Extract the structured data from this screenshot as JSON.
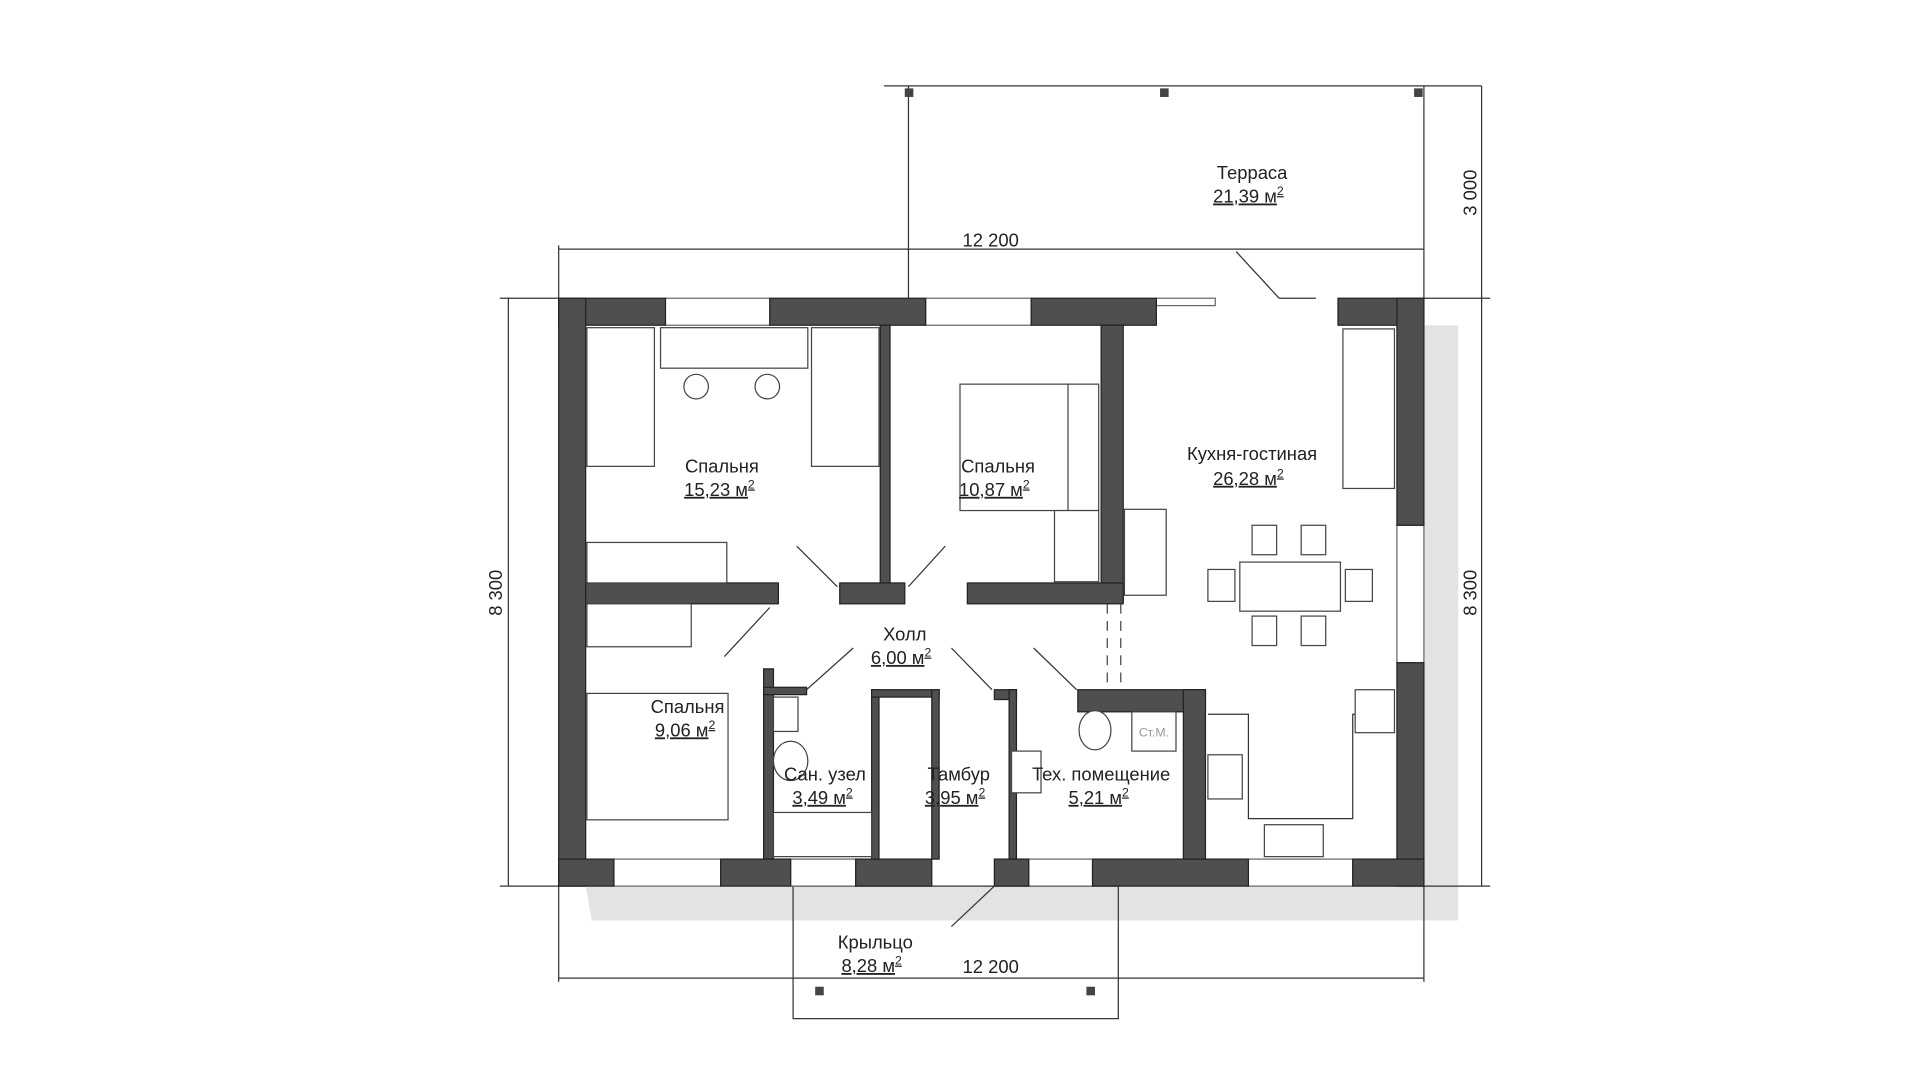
{
  "plan": {
    "rooms": [
      {
        "name": "Терраса",
        "area": "21,39 м",
        "sup": "2"
      },
      {
        "name": "Спальня",
        "area": "15,23 м",
        "sup": "2"
      },
      {
        "name": "Спальня",
        "area": "10,87 м",
        "sup": "2"
      },
      {
        "name": "Кухня-гостиная",
        "area": "26,28 м",
        "sup": "2"
      },
      {
        "name": "Холл",
        "area": "6,00 м",
        "sup": "2"
      },
      {
        "name": "Спальня",
        "area": "9,06 м",
        "sup": "2"
      },
      {
        "name": "Сан. узел",
        "area": "3,49 м",
        "sup": "2"
      },
      {
        "name": "Тамбур",
        "area": "3,95 м",
        "sup": "2"
      },
      {
        "name": "Тех. помещение",
        "area": "5,21 м",
        "sup": "2"
      },
      {
        "name": "Крыльцо",
        "area": "8,28 м",
        "sup": "2"
      }
    ],
    "dimensions": {
      "top_width": "12 200",
      "bottom_width": "12 200",
      "left_height": "8 300",
      "right_height": "8 300",
      "terrace_depth": "3 000"
    },
    "fixture_labels": {
      "washer": "Ст.М."
    },
    "colors": {
      "wall": "#4f4f4f",
      "shadow": "#e3e3e3"
    }
  }
}
